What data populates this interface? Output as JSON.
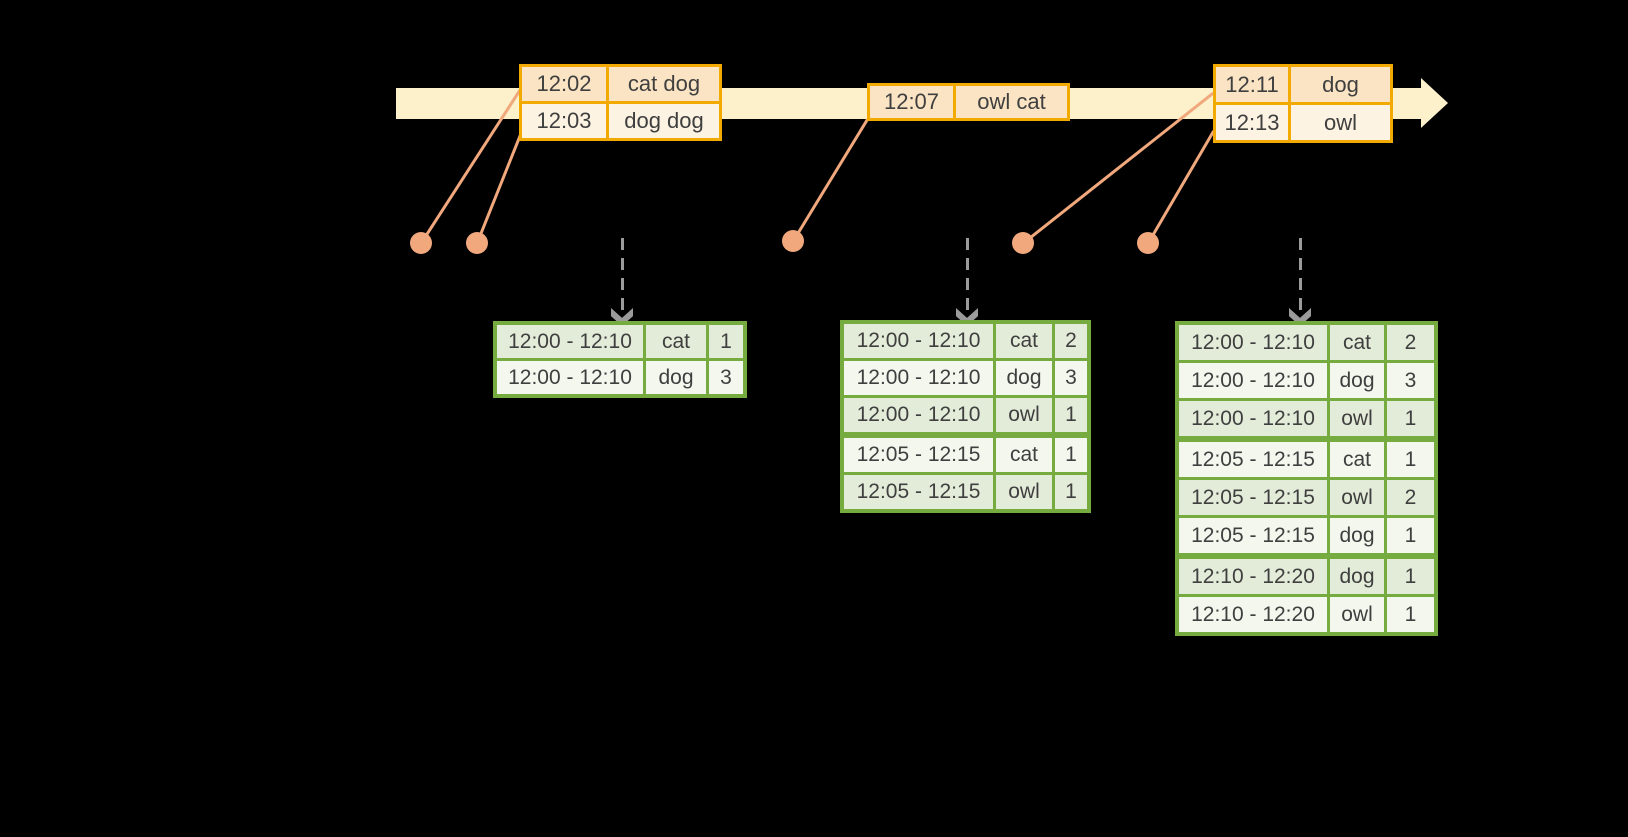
{
  "colors": {
    "background": "#000000",
    "timeline_fill": "#FCF1CB",
    "event_border": "#F2A900",
    "event_row_dark": "#FBE4C4",
    "event_row_light": "#FDF3E3",
    "connector": "#F0A87C",
    "trigger_arrow": "#9B9B9B",
    "result_border": "#76AB3F",
    "result_row_dark": "#E3ECD9",
    "result_row_light": "#F3F7EE",
    "text": "#3F3F3F"
  },
  "timeline_events": [
    {
      "rows": [
        {
          "time": "12:02",
          "words": "cat dog"
        },
        {
          "time": "12:03",
          "words": "dog dog"
        }
      ]
    },
    {
      "rows": [
        {
          "time": "12:07",
          "words": "owl cat"
        }
      ]
    },
    {
      "rows": [
        {
          "time": "12:11",
          "words": "dog"
        },
        {
          "time": "12:13",
          "words": "owl"
        }
      ]
    }
  ],
  "result_tables": [
    {
      "rows": [
        {
          "window": "12:00 - 12:10",
          "word": "cat",
          "count": "1"
        },
        {
          "window": "12:00 - 12:10",
          "word": "dog",
          "count": "3"
        }
      ]
    },
    {
      "rows": [
        {
          "window": "12:00 - 12:10",
          "word": "cat",
          "count": "2"
        },
        {
          "window": "12:00 - 12:10",
          "word": "dog",
          "count": "3"
        },
        {
          "window": "12:00 - 12:10",
          "word": "owl",
          "count": "1"
        },
        {
          "window": "12:05 - 12:15",
          "word": "cat",
          "count": "1",
          "group_start": true
        },
        {
          "window": "12:05 - 12:15",
          "word": "owl",
          "count": "1"
        }
      ]
    },
    {
      "rows": [
        {
          "window": "12:00 - 12:10",
          "word": "cat",
          "count": "2"
        },
        {
          "window": "12:00 - 12:10",
          "word": "dog",
          "count": "3"
        },
        {
          "window": "12:00 - 12:10",
          "word": "owl",
          "count": "1"
        },
        {
          "window": "12:05 - 12:15",
          "word": "cat",
          "count": "1",
          "group_start": true
        },
        {
          "window": "12:05 - 12:15",
          "word": "owl",
          "count": "2"
        },
        {
          "window": "12:05 - 12:15",
          "word": "dog",
          "count": "1"
        },
        {
          "window": "12:10 - 12:20",
          "word": "dog",
          "count": "1",
          "group_start": true
        },
        {
          "window": "12:10 - 12:20",
          "word": "owl",
          "count": "1"
        }
      ]
    }
  ]
}
